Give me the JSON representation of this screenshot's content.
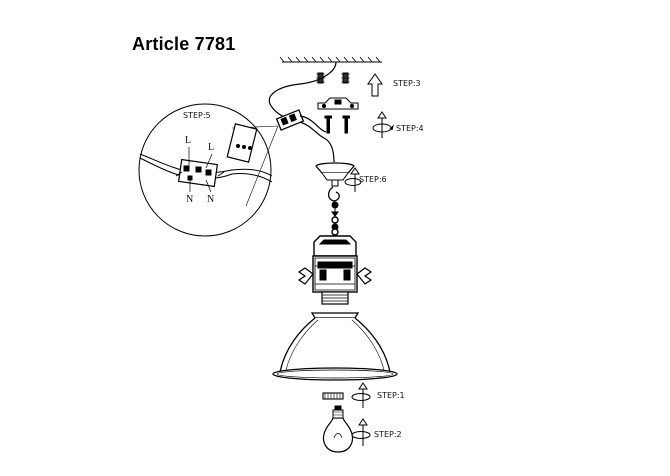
{
  "title": "Article 7781",
  "steps": {
    "step1": "STEP:1",
    "step2": "STEP:2",
    "step3": "STEP:3",
    "step4": "STEP:4",
    "step5": "STEP:5",
    "step6": "STEP:6"
  },
  "wire_labels": {
    "live_1": "L",
    "live_2": "L",
    "neutral_1": "N",
    "neutral_2": "N"
  }
}
